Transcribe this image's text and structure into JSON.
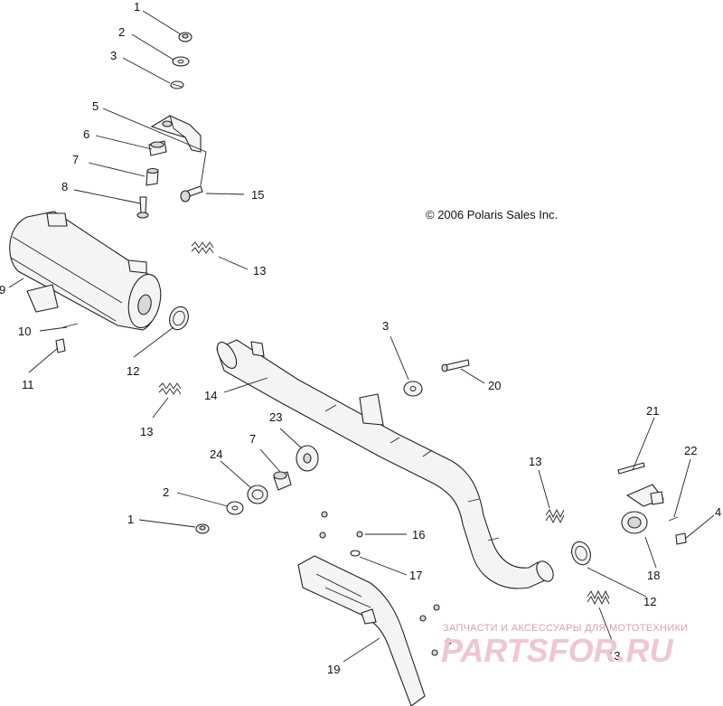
{
  "copyright": "© 2006 Polaris Sales Inc.",
  "watermark": {
    "line1": "ЗАПЧАСТИ И АКСЕССУАРЫ ДЛЯ МОТОТЕХНИКИ",
    "line2": "PARTSFOR.RU"
  },
  "callouts": [
    "1",
    "2",
    "3",
    "5",
    "6",
    "7",
    "8",
    "15",
    "9",
    "13",
    "10",
    "11",
    "12",
    "14",
    "13",
    "3",
    "20",
    "23",
    "7",
    "24",
    "2",
    "1",
    "16",
    "17",
    "19",
    "21",
    "22",
    "4",
    "13",
    "18",
    "12",
    "13"
  ]
}
